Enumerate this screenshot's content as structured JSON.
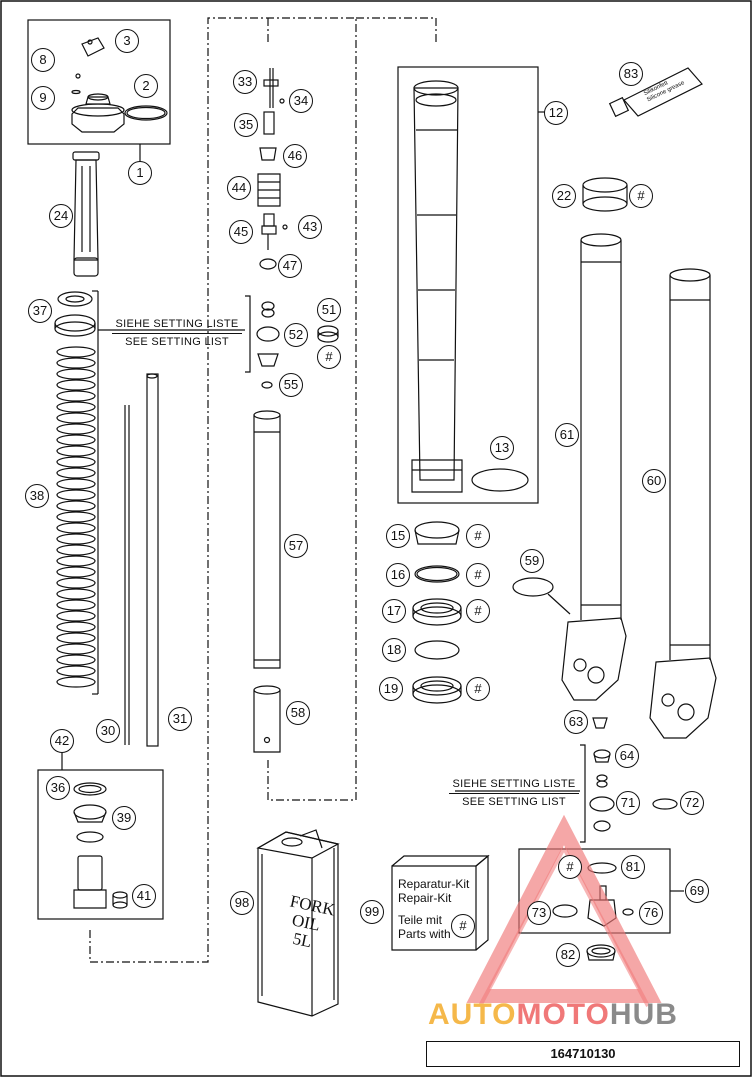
{
  "callouts": [
    {
      "label": "1"
    },
    {
      "label": "2"
    },
    {
      "label": "3"
    },
    {
      "label": "8"
    },
    {
      "label": "9"
    },
    {
      "label": "24"
    },
    {
      "label": "37"
    },
    {
      "label": "38"
    },
    {
      "label": "30"
    },
    {
      "label": "31"
    },
    {
      "label": "42"
    },
    {
      "label": "36"
    },
    {
      "label": "39"
    },
    {
      "label": "41"
    },
    {
      "label": "33"
    },
    {
      "label": "34"
    },
    {
      "label": "35"
    },
    {
      "label": "46"
    },
    {
      "label": "44"
    },
    {
      "label": "45"
    },
    {
      "label": "43"
    },
    {
      "label": "47"
    },
    {
      "label": "51"
    },
    {
      "label": "52"
    },
    {
      "label": "#"
    },
    {
      "label": "55"
    },
    {
      "label": "57"
    },
    {
      "label": "58"
    },
    {
      "label": "12"
    },
    {
      "label": "13"
    },
    {
      "label": "83"
    },
    {
      "label": "22"
    },
    {
      "label": "#"
    },
    {
      "label": "61"
    },
    {
      "label": "60"
    },
    {
      "label": "15"
    },
    {
      "label": "#"
    },
    {
      "label": "16"
    },
    {
      "label": "#"
    },
    {
      "label": "17"
    },
    {
      "label": "#"
    },
    {
      "label": "18"
    },
    {
      "label": "19"
    },
    {
      "label": "#"
    },
    {
      "label": "59"
    },
    {
      "label": "63"
    },
    {
      "label": "64"
    },
    {
      "label": "71"
    },
    {
      "label": "72"
    },
    {
      "label": "69"
    },
    {
      "label": "#"
    },
    {
      "label": "81"
    },
    {
      "label": "73"
    },
    {
      "label": "76"
    },
    {
      "label": "82"
    },
    {
      "label": "98"
    },
    {
      "label": "99"
    },
    {
      "label": "#"
    }
  ],
  "setting_note_1": {
    "line1": "SIEHE SETTING LISTE",
    "line2": "SEE SETTING LIST"
  },
  "setting_note_2": {
    "line1": "SIEHE SETTING LISTE",
    "line2": "SEE SETTING LIST"
  },
  "repair_kit": {
    "line1": "Reparatur-Kit",
    "line2": "Repair-Kit",
    "line3": "Teile mit",
    "line4": "Parts with"
  },
  "fork_oil": {
    "line1": "FORK",
    "line2": "OIL",
    "line3": "5L"
  },
  "tube_label": {
    "line1": "Silikonfett",
    "line2": "Silicone grease"
  },
  "watermark": {
    "part1": "AUTO",
    "part2": "MOTO",
    "part3": "HUB",
    "colors": [
      "#f5b84a",
      "#f07878",
      "#8a8a8a"
    ]
  },
  "part_number": "164710130"
}
